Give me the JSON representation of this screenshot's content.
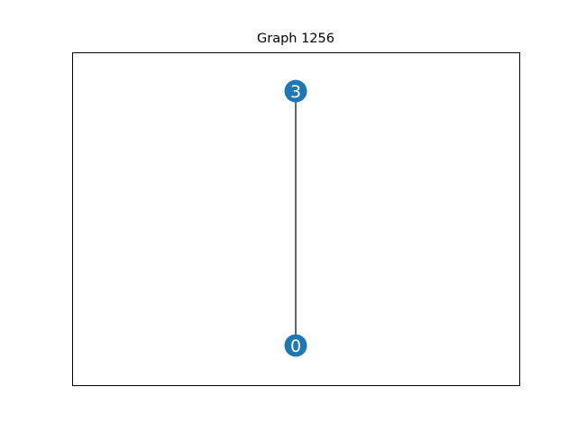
{
  "title": "Graph 1256",
  "colors": {
    "node": "#1f77b4",
    "edge": "#000000",
    "frame": "#000000",
    "label": "#ffffff"
  },
  "nodes": [
    {
      "id": "3",
      "label": "3"
    },
    {
      "id": "0",
      "label": "0"
    }
  ],
  "edges": [
    {
      "source": "3",
      "target": "0"
    }
  ]
}
